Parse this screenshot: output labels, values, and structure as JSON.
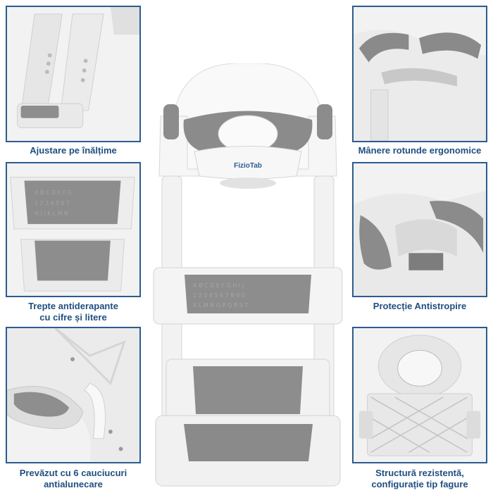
{
  "brand": {
    "logo_text": "FizioTab"
  },
  "captions": {
    "top_left": "Ajustare pe înălțime",
    "top_right": "Mânere rotunde ergonomice",
    "mid_left_line1": "Trepte antiderapante",
    "mid_left_line2": "cu cifre și litere",
    "mid_right": "Protecție Antistropire",
    "bottom_left_line1": "Prevăzut cu 6 cauciucuri",
    "bottom_left_line2": "antialunecare",
    "bottom_right_line1": "Structură rezistentă,",
    "bottom_right_line2": "configurație tip fagure"
  },
  "colors": {
    "frame": "#2b5c8f",
    "caption": "#1f4f80",
    "grey_pad": "#8c8c8c",
    "white_body": "#f7f7f7"
  }
}
